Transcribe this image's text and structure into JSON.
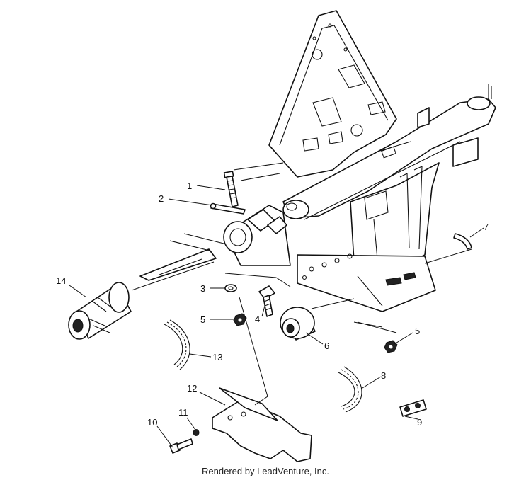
{
  "callouts": [
    "1",
    "2",
    "3",
    "4",
    "5",
    "5",
    "6",
    "7",
    "8",
    "9",
    "10",
    "11",
    "12",
    "13",
    "14"
  ],
  "footer": {
    "credit": "Rendered by LeadVenture, Inc."
  }
}
